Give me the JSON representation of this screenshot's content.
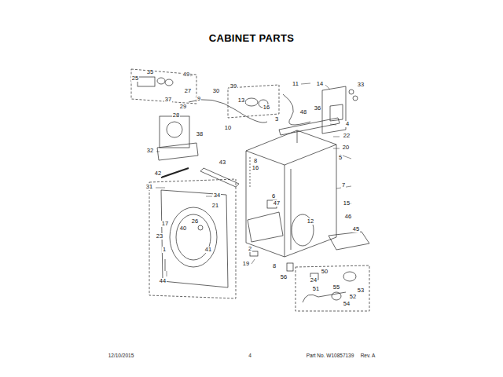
{
  "diagram": {
    "title": "CABINET PARTS",
    "labels": [
      "35",
      "49",
      "25",
      "37",
      "27",
      "30",
      "39",
      "11",
      "14",
      "33",
      "29",
      "9",
      "13",
      "16",
      "28",
      "10",
      "48",
      "36",
      "3",
      "4",
      "22",
      "38",
      "32",
      "20",
      "5",
      "42",
      "43",
      "8",
      "16",
      "31",
      "34",
      "7",
      "6",
      "47",
      "15",
      "21",
      "17",
      "12",
      "46",
      "45",
      "26",
      "40",
      "23",
      "41",
      "2",
      "1",
      "19",
      "44",
      "8",
      "50",
      "56",
      "24",
      "55",
      "51",
      "53",
      "52",
      "54",
      "12/10/2015",
      "4",
      "Part No. W10857139",
      "Rev. A"
    ]
  }
}
